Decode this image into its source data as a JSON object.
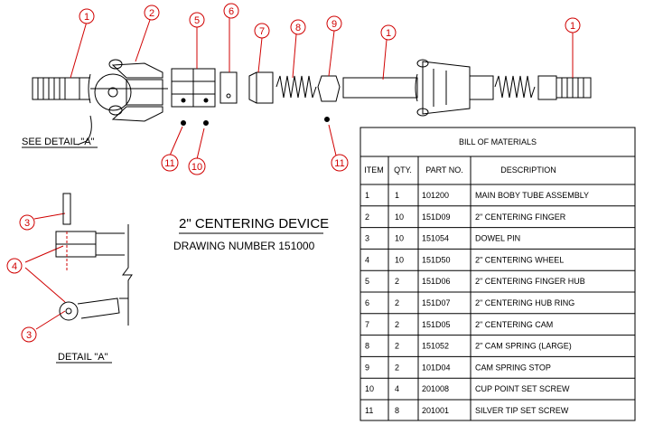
{
  "detail_label": "SEE DETAIL \"A\"",
  "detail_title": "DETAIL \"A\"",
  "device_title": "2\" CENTERING DEVICE",
  "drawing_number": "DRAWING NUMBER 151000",
  "balloons": {
    "b1a": "1",
    "b2": "2",
    "b5": "5",
    "b6": "6",
    "b7": "7",
    "b8": "8",
    "b9": "9",
    "b1b": "1",
    "b1c": "1",
    "b11a": "11",
    "b10": "10",
    "b11b": "11",
    "b3a": "3",
    "b4": "4",
    "b3b": "3"
  },
  "bom": {
    "title": "BILL OF MATERIALS",
    "headers": [
      "ITEM",
      "QTY.",
      "PART NO.",
      "DESCRIPTION"
    ],
    "rows": [
      [
        "1",
        "1",
        "101200",
        "MAIN BOBY TUBE ASSEMBLY"
      ],
      [
        "2",
        "10",
        "151D09",
        "2\" CENTERING FINGER"
      ],
      [
        "3",
        "10",
        "151054",
        "DOWEL PIN"
      ],
      [
        "4",
        "10",
        "151D50",
        "2\" CENTERING WHEEL"
      ],
      [
        "5",
        "2",
        "151D06",
        "2\" CENTERING FINGER HUB"
      ],
      [
        "6",
        "2",
        "151D07",
        "2\" CENTERING HUB RING"
      ],
      [
        "7",
        "2",
        "151D05",
        "2\" CENTERING CAM"
      ],
      [
        "8",
        "2",
        "151052",
        "2\" CAM SPRING (LARGE)"
      ],
      [
        "9",
        "2",
        "101D04",
        "CAM SPRING STOP"
      ],
      [
        "10",
        "4",
        "201008",
        "CUP POINT SET SCREW"
      ],
      [
        "11",
        "8",
        "201001",
        "SILVER TIP SET SCREW"
      ]
    ]
  }
}
